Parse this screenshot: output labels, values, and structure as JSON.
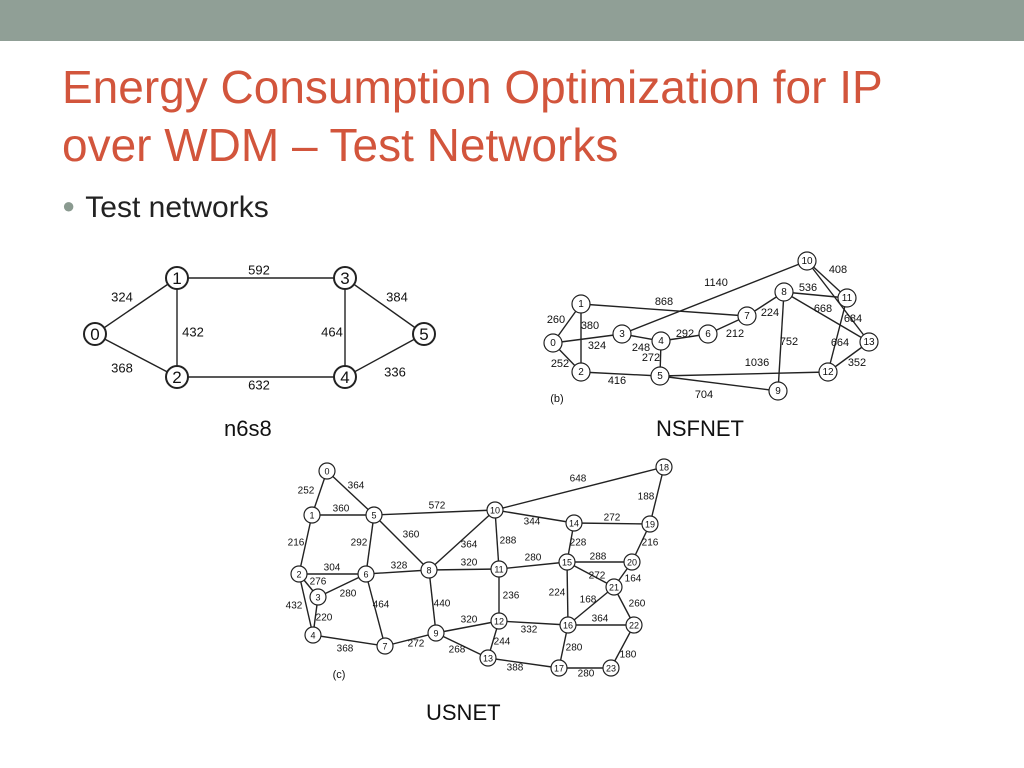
{
  "slide": {
    "title_line1": "Energy Consumption Optimization for IP",
    "title_line2": "over WDM – Test Networks",
    "bullet": "Test networks",
    "accent_color": "#d2553c",
    "bar_color": "#909f96"
  },
  "networks": {
    "n6s8": {
      "caption": "n6s8",
      "nodes": [
        "0",
        "1",
        "2",
        "3",
        "4",
        "5"
      ],
      "edges": [
        {
          "from": "0",
          "to": "1",
          "weight": "324"
        },
        {
          "from": "0",
          "to": "2",
          "weight": "368"
        },
        {
          "from": "1",
          "to": "2",
          "weight": "432"
        },
        {
          "from": "1",
          "to": "3",
          "weight": "592"
        },
        {
          "from": "2",
          "to": "4",
          "weight": "632"
        },
        {
          "from": "3",
          "to": "4",
          "weight": "464"
        },
        {
          "from": "3",
          "to": "5",
          "weight": "384"
        },
        {
          "from": "4",
          "to": "5",
          "weight": "336"
        }
      ]
    },
    "nsfnet": {
      "caption": "NSFNET",
      "panel_label": "(b)",
      "nodes": [
        "0",
        "1",
        "2",
        "3",
        "4",
        "5",
        "6",
        "7",
        "8",
        "9",
        "10",
        "11",
        "12",
        "13"
      ],
      "edges": [
        {
          "from": "0",
          "to": "1",
          "weight": "260"
        },
        {
          "from": "0",
          "to": "2",
          "weight": "252"
        },
        {
          "from": "0",
          "to": "3",
          "weight": "324"
        },
        {
          "from": "1",
          "to": "2",
          "weight": "380"
        },
        {
          "from": "1",
          "to": "7",
          "weight": "868"
        },
        {
          "from": "2",
          "to": "5",
          "weight": "416"
        },
        {
          "from": "3",
          "to": "4",
          "weight": "248"
        },
        {
          "from": "3",
          "to": "10",
          "weight": "1140"
        },
        {
          "from": "4",
          "to": "5",
          "weight": "272"
        },
        {
          "from": "4",
          "to": "6",
          "weight": "292"
        },
        {
          "from": "6",
          "to": "7",
          "weight": "212"
        },
        {
          "from": "7",
          "to": "8",
          "weight": "224"
        },
        {
          "from": "5",
          "to": "9",
          "weight": "704"
        },
        {
          "from": "5",
          "to": "12",
          "weight": "1036"
        },
        {
          "from": "8",
          "to": "9",
          "weight": "752"
        },
        {
          "from": "8",
          "to": "11",
          "weight": "536"
        },
        {
          "from": "8",
          "to": "13",
          "weight": "668"
        },
        {
          "from": "10",
          "to": "11",
          "weight": "408"
        },
        {
          "from": "10",
          "to": "13",
          "weight": "684"
        },
        {
          "from": "11",
          "to": "12",
          "weight": "664"
        },
        {
          "from": "12",
          "to": "13",
          "weight": "352"
        }
      ]
    },
    "usnet": {
      "caption": "USNET",
      "panel_label": "(c)",
      "nodes": [
        "0",
        "1",
        "2",
        "3",
        "4",
        "5",
        "6",
        "7",
        "8",
        "9",
        "10",
        "11",
        "12",
        "13",
        "14",
        "15",
        "16",
        "17",
        "18",
        "19",
        "20",
        "21",
        "22",
        "23"
      ],
      "edges": [
        {
          "from": "0",
          "to": "1",
          "weight": "252"
        },
        {
          "from": "0",
          "to": "5",
          "weight": "364"
        },
        {
          "from": "1",
          "to": "5",
          "weight": "360"
        },
        {
          "from": "1",
          "to": "2",
          "weight": "216"
        },
        {
          "from": "2",
          "to": "3",
          "weight": "276"
        },
        {
          "from": "2",
          "to": "6",
          "weight": "304"
        },
        {
          "from": "2",
          "to": "4",
          "weight": "432"
        },
        {
          "from": "3",
          "to": "6",
          "weight": "280"
        },
        {
          "from": "3",
          "to": "4",
          "weight": "220"
        },
        {
          "from": "4",
          "to": "7",
          "weight": "368"
        },
        {
          "from": "5",
          "to": "6",
          "weight": "292"
        },
        {
          "from": "5",
          "to": "8",
          "weight": "360"
        },
        {
          "from": "5",
          "to": "10",
          "weight": "572"
        },
        {
          "from": "6",
          "to": "8",
          "weight": "328"
        },
        {
          "from": "6",
          "to": "7",
          "weight": "464"
        },
        {
          "from": "7",
          "to": "9",
          "weight": "272"
        },
        {
          "from": "8",
          "to": "10",
          "weight": "364"
        },
        {
          "from": "8",
          "to": "11",
          "weight": "320"
        },
        {
          "from": "8",
          "to": "9",
          "weight": "440"
        },
        {
          "from": "9",
          "to": "12",
          "weight": "320"
        },
        {
          "from": "9",
          "to": "13",
          "weight": "268"
        },
        {
          "from": "10",
          "to": "11",
          "weight": "288"
        },
        {
          "from": "10",
          "to": "14",
          "weight": "344"
        },
        {
          "from": "10",
          "to": "18",
          "weight": "648"
        },
        {
          "from": "11",
          "to": "15",
          "weight": "280"
        },
        {
          "from": "11",
          "to": "12",
          "weight": "236"
        },
        {
          "from": "12",
          "to": "13",
          "weight": "244"
        },
        {
          "from": "12",
          "to": "16",
          "weight": "332"
        },
        {
          "from": "13",
          "to": "17",
          "weight": "388"
        },
        {
          "from": "14",
          "to": "19",
          "weight": "272"
        },
        {
          "from": "14",
          "to": "15",
          "weight": "228"
        },
        {
          "from": "15",
          "to": "20",
          "weight": "288"
        },
        {
          "from": "15",
          "to": "21",
          "weight": "272"
        },
        {
          "from": "15",
          "to": "16",
          "weight": "224"
        },
        {
          "from": "16",
          "to": "21",
          "weight": "168"
        },
        {
          "from": "16",
          "to": "22",
          "weight": "364"
        },
        {
          "from": "16",
          "to": "17",
          "weight": "280"
        },
        {
          "from": "17",
          "to": "23",
          "weight": "280"
        },
        {
          "from": "18",
          "to": "19",
          "weight": "188"
        },
        {
          "from": "19",
          "to": "20",
          "weight": "216"
        },
        {
          "from": "20",
          "to": "21",
          "weight": "164"
        },
        {
          "from": "21",
          "to": "22",
          "weight": "260"
        },
        {
          "from": "22",
          "to": "23",
          "weight": "180"
        }
      ]
    }
  }
}
